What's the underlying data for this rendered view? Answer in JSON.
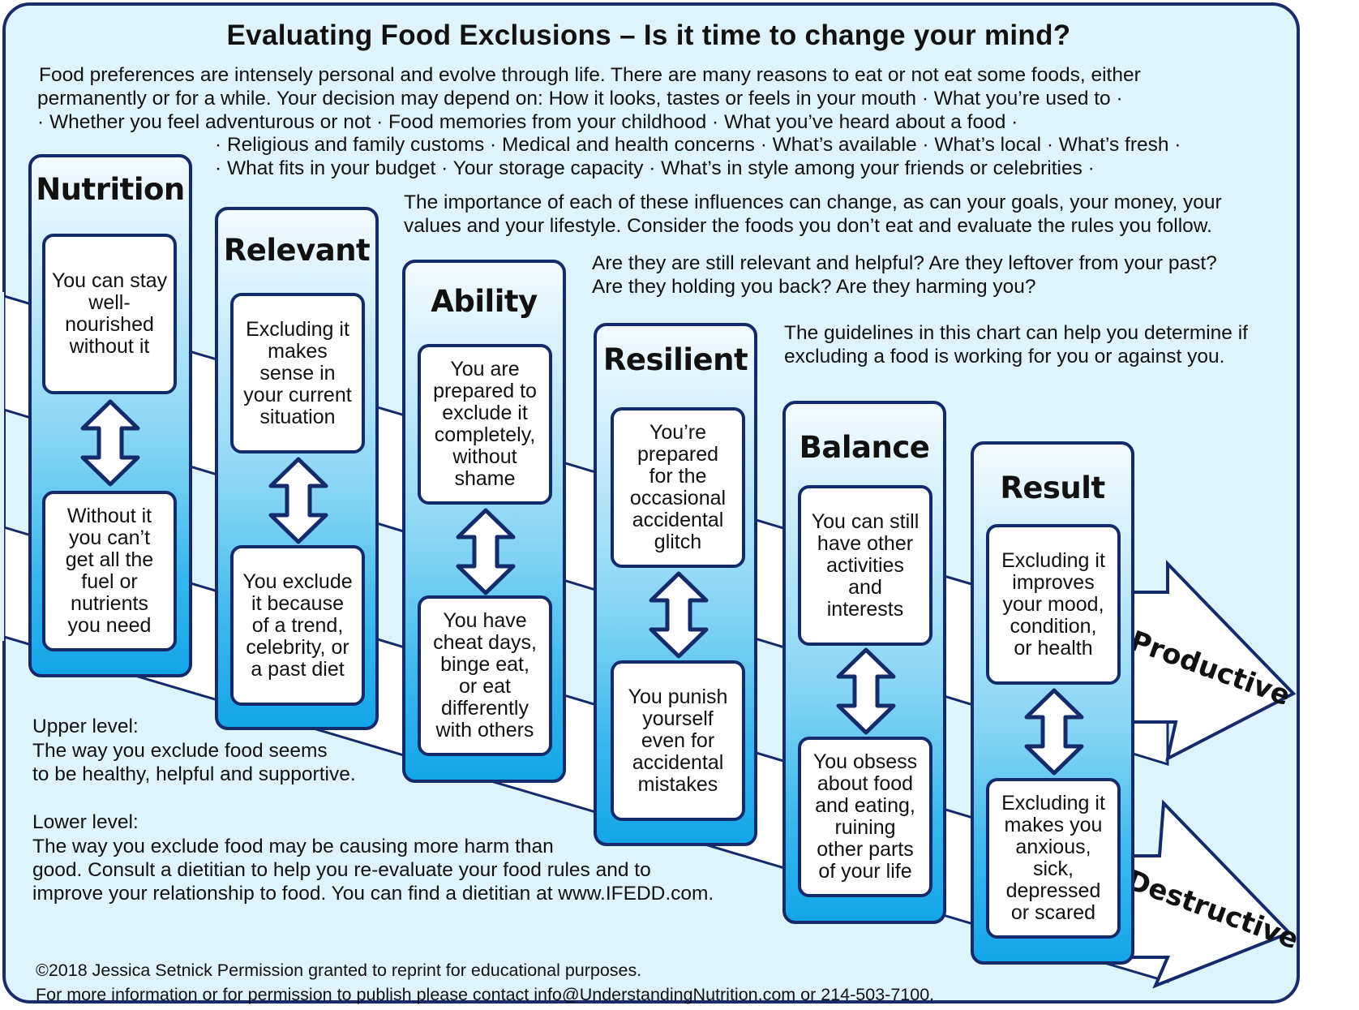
{
  "title": "Evaluating Food Exclusions – Is it time to change your mind?",
  "intro": {
    "line1": "Food preferences are intensely personal and evolve through life. There are many reasons to eat or not eat some foods, either",
    "line2": "permanently or for a while. Your decision may depend on:  How it looks, tastes or feels in your mouth ·  What you’re used to  ·",
    "line3": "·  Whether you feel adventurous or not  ·  Food memories from your childhood  ·  What you’ve heard about a food ·",
    "line4": "·  Religious and family customs  ·  Medical and health concerns  ·  What’s available  ·  What’s local  ·  What’s fresh  ·",
    "line5": "·  What fits in your budget · Your storage capacity  ·   What’s in style among your friends or celebrities  ·"
  },
  "importance": {
    "line1": "The importance of each of these influences can change, as can your goals, your money, your",
    "line2": "values and your lifestyle. Consider the foods you don’t eat and evaluate the rules you follow."
  },
  "questions": {
    "line1": "Are they are still relevant and helpful? Are they leftover from your past?",
    "line2": "Are they holding you back? Are they harming you?"
  },
  "guidelines": {
    "line1": "The guidelines in this chart can help you determine if",
    "line2": "excluding a food is working for you or against you."
  },
  "columns": [
    {
      "title": "Nutrition",
      "upper": "You can stay\nwell-\nnourished\nwithout it",
      "lower": "Without it\nyou can’t\nget all the\nfuel or\nnutrients\nyou need"
    },
    {
      "title": "Relevant",
      "upper": "Excluding it\nmakes\nsense in\nyour current\nsituation",
      "lower": "You exclude\nit because\nof a trend,\ncelebrity, or\na past diet"
    },
    {
      "title": "Ability",
      "upper": "You are\nprepared to\nexclude it\ncompletely,\nwithout\nshame",
      "lower": "You have\ncheat days,\nbinge eat,\nor eat\ndifferently\nwith others"
    },
    {
      "title": "Resilient",
      "upper": "You’re\nprepared\nfor the\noccasional\naccidental\nglitch",
      "lower": "You punish\nyourself\neven for\naccidental\nmistakes"
    },
    {
      "title": "Balance",
      "upper": "You can still\nhave other\nactivities\nand\ninterests",
      "lower": "You obsess\nabout food\nand eating,\nruining\nother parts\nof your life"
    },
    {
      "title": "Result",
      "upper": "Excluding it\nimproves\nyour mood,\ncondition,\nor health",
      "lower": "Excluding it\nmakes you\nanxious,\nsick,\ndepressed\nor scared"
    }
  ],
  "arrows": {
    "productive": "Productive",
    "destructive": "Destructive"
  },
  "upper_level": {
    "heading": "Upper level:",
    "line1": "The way you exclude food seems",
    "line2": "to be healthy, helpful and supportive."
  },
  "lower_level": {
    "heading": "Lower level:",
    "line1": "The way you exclude food may be causing more harm than",
    "line2": "good. Consult a dietitian to help you re-evaluate your food rules and to",
    "line3": "improve your relationship to food. You can find a dietitian at www.IFEDD.com."
  },
  "footer": {
    "copyright": "©2018 Jessica Setnick Permission granted to reprint for educational purposes.",
    "contact": "For more information or for permission to publish please contact info@UnderstandingNutrition.com or 214-503-7100."
  },
  "colors": {
    "border": "#132a6b",
    "background": "#dff3fd",
    "column_bottom": "#14a5ea"
  }
}
